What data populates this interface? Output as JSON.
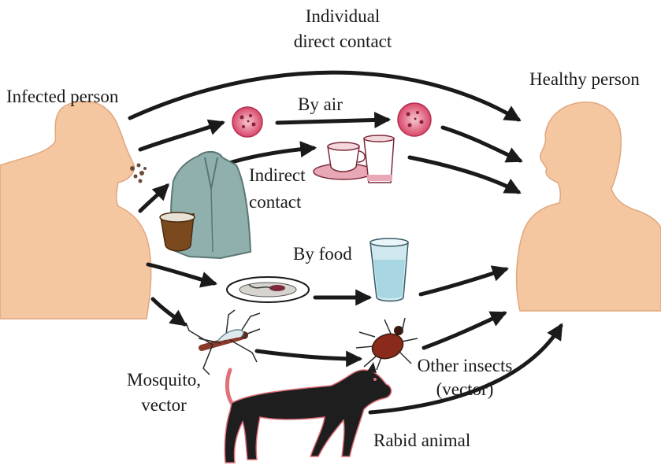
{
  "labels": {
    "direct_contact_1": "Individual",
    "direct_contact_2": "direct contact",
    "infected": "Infected person",
    "healthy": "Healthy person",
    "by_air": "By air",
    "indirect_1": "Indirect",
    "indirect_2": "contact",
    "by_food": "By food",
    "mosquito_1": "Mosquito,",
    "mosquito_2": "vector",
    "insects_1": "Other insects",
    "insects_2": "(vector)",
    "rabid": "Rabid animal"
  },
  "colors": {
    "skin": "#f4c7a1",
    "skin_outline": "#e0a77e",
    "arrow": "#1a1a1a",
    "jacket": "#8fb0ad",
    "germ": "#d9476a",
    "dog": "#1e1e1e"
  }
}
